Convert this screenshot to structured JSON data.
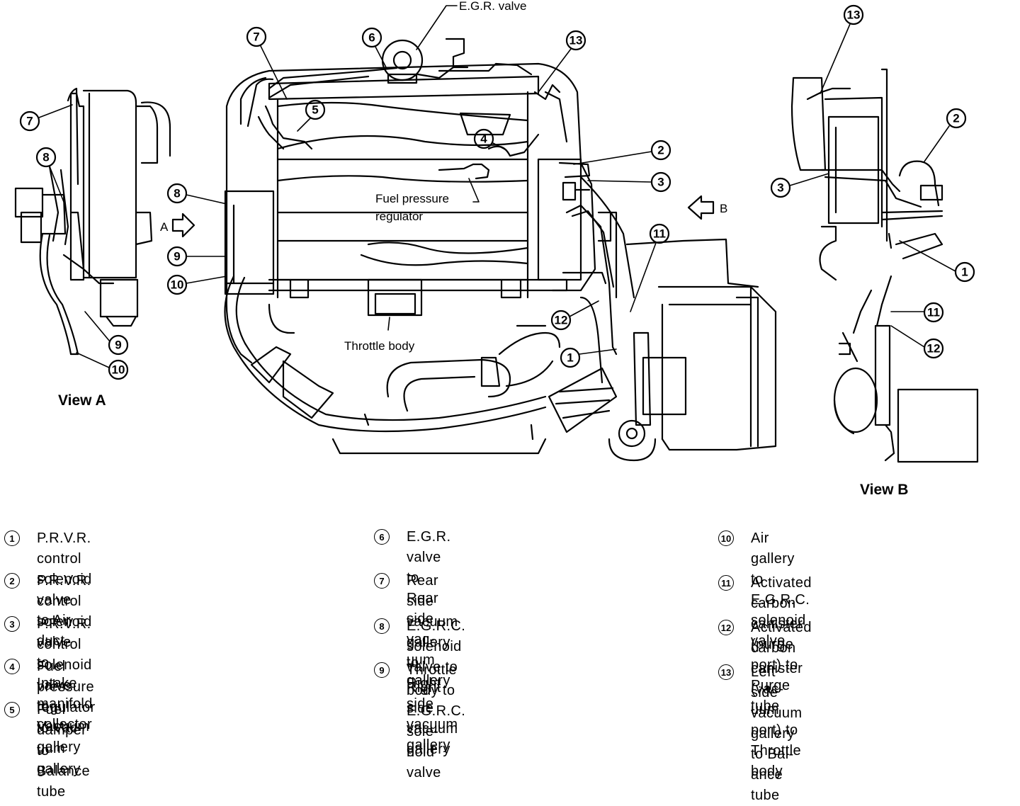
{
  "diagram": {
    "labels": {
      "egr_valve": "E.G.R. valve",
      "fuel_pressure_regulator_line1": "Fuel pressure",
      "fuel_pressure_regulator_line2": "regulator",
      "throttle_body": "Throttle body",
      "arrow_a": "A",
      "arrow_b": "B",
      "view_a": "View A",
      "view_b": "View B"
    },
    "callouts": [
      "1",
      "2",
      "3",
      "4",
      "5",
      "6",
      "7",
      "8",
      "9",
      "10",
      "11",
      "12",
      "13"
    ]
  },
  "legend": [
    {
      "num": "1",
      "lines": [
        "P.R.V.R. control solenoid valve",
        "to Air duct"
      ]
    },
    {
      "num": "2",
      "lines": [
        "P.R.V.R. control solenoid valve",
        "to Intake manifold collector"
      ]
    },
    {
      "num": "3",
      "lines": [
        "P.R.V.R. control solenoid valve",
        "to Vacuum gallery"
      ]
    },
    {
      "num": "4",
      "lines": [
        "Fuel pressure regulator to Vac-",
        "uum gallery"
      ]
    },
    {
      "num": "5",
      "lines": [
        "Fuel damper to Balance tube"
      ]
    },
    {
      "num": "6",
      "lines": [
        "E.G.R. valve to Rear side vac-",
        "uum gallery"
      ]
    },
    {
      "num": "7",
      "lines": [
        "Rear side vacuum gallery to",
        "Right side vacuum gallery"
      ]
    },
    {
      "num": "8",
      "lines": [
        "E.G.R.C. solenoid valve to Right",
        "side vacuum gallery"
      ]
    },
    {
      "num": "9",
      "lines": [
        "Throttle body to E.G.R.C. sole-",
        "noid valve"
      ]
    },
    {
      "num": "10",
      "lines": [
        "Air gallery to E.G.R.C. solenoid",
        "valve"
      ]
    },
    {
      "num": "11",
      "lines": [
        "Activated carbon canister (purge",
        "port) to Purge tube"
      ]
    },
    {
      "num": "12",
      "lines": [
        "Activated carbon canister (vac-",
        "uum port) to Throttle body"
      ]
    },
    {
      "num": "13",
      "lines": [
        "Left side vacuum gallery to Bal-",
        "ance tube"
      ]
    }
  ]
}
